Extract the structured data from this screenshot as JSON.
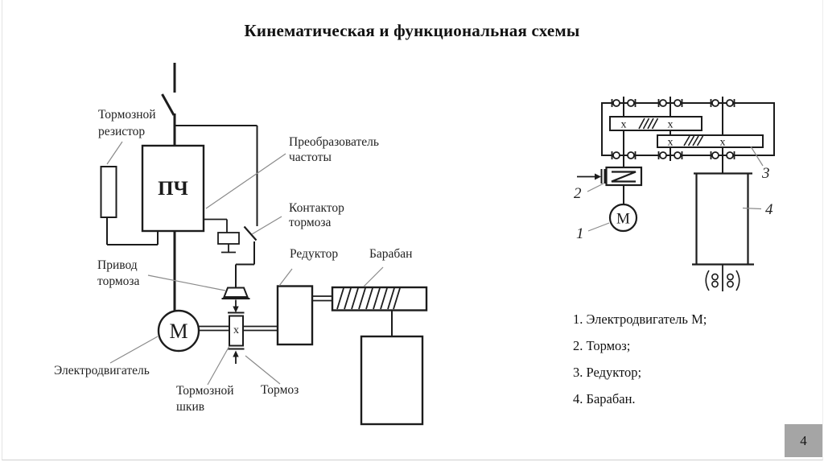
{
  "page": {
    "title": "Кинематическая и функциональная схемы",
    "number": "4"
  },
  "functional": {
    "symbols": {
      "converter": "ПЧ",
      "motor": "М",
      "coupling_mark": "х"
    },
    "labels": {
      "brake_resistor": "Тормозной\nрезистор",
      "freq_converter": "Преобразователь\nчастоты",
      "brake_contactor": "Контактор\nтормоза",
      "brake_drive": "Привод\nтормоза",
      "reducer": "Редуктор",
      "drum": "Барабан",
      "motor": "Электродвигатель",
      "brake_pulley": "Тормозной\nшкив",
      "brake": "Тормоз"
    }
  },
  "kinematic": {
    "symbols": {
      "motor": "М",
      "gear_mark": "х"
    },
    "callouts": {
      "motor": "1",
      "brake": "2",
      "reducer": "3",
      "drum": "4"
    }
  },
  "legend": {
    "items": [
      {
        "text": "1. Электродвигатель М;"
      },
      {
        "text": "2. Тормоз;"
      },
      {
        "text": "3. Редуктор;"
      },
      {
        "text": "4. Барабан."
      }
    ]
  },
  "colors": {
    "line": "#1c1c1c",
    "leader": "#8a8a8a",
    "page_box": "#a5a5a5"
  }
}
